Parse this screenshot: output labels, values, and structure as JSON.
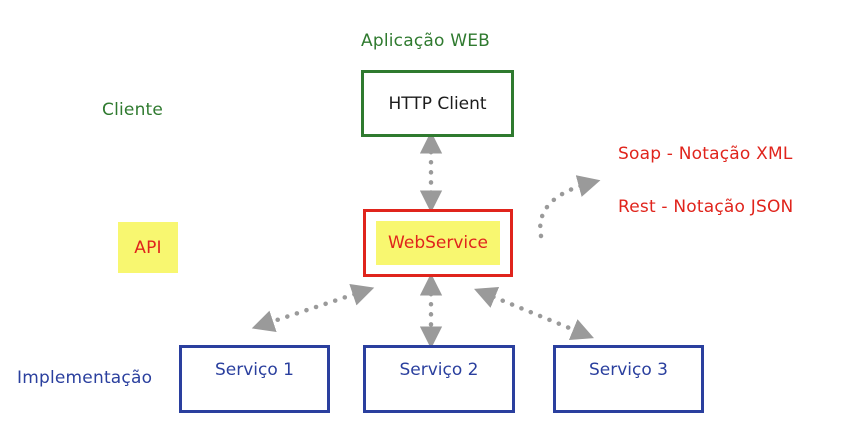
{
  "labels": {
    "app_web": "Aplicação WEB",
    "cliente": "Cliente",
    "api": "API",
    "implementacao": "Implementação",
    "soap": "Soap - Notação XML",
    "rest": "Rest - Notação JSON"
  },
  "boxes": {
    "http_client": "HTTP Client",
    "webservice": "WebService",
    "servico1": "Serviço 1",
    "servico2": "Serviço 2",
    "servico3": "Serviço 3"
  },
  "colors": {
    "green": "#2f7a2f",
    "red": "#e0241c",
    "blue": "#2a3f9e",
    "highlight": "#f8f770",
    "arrow": "#9a9a9a"
  }
}
